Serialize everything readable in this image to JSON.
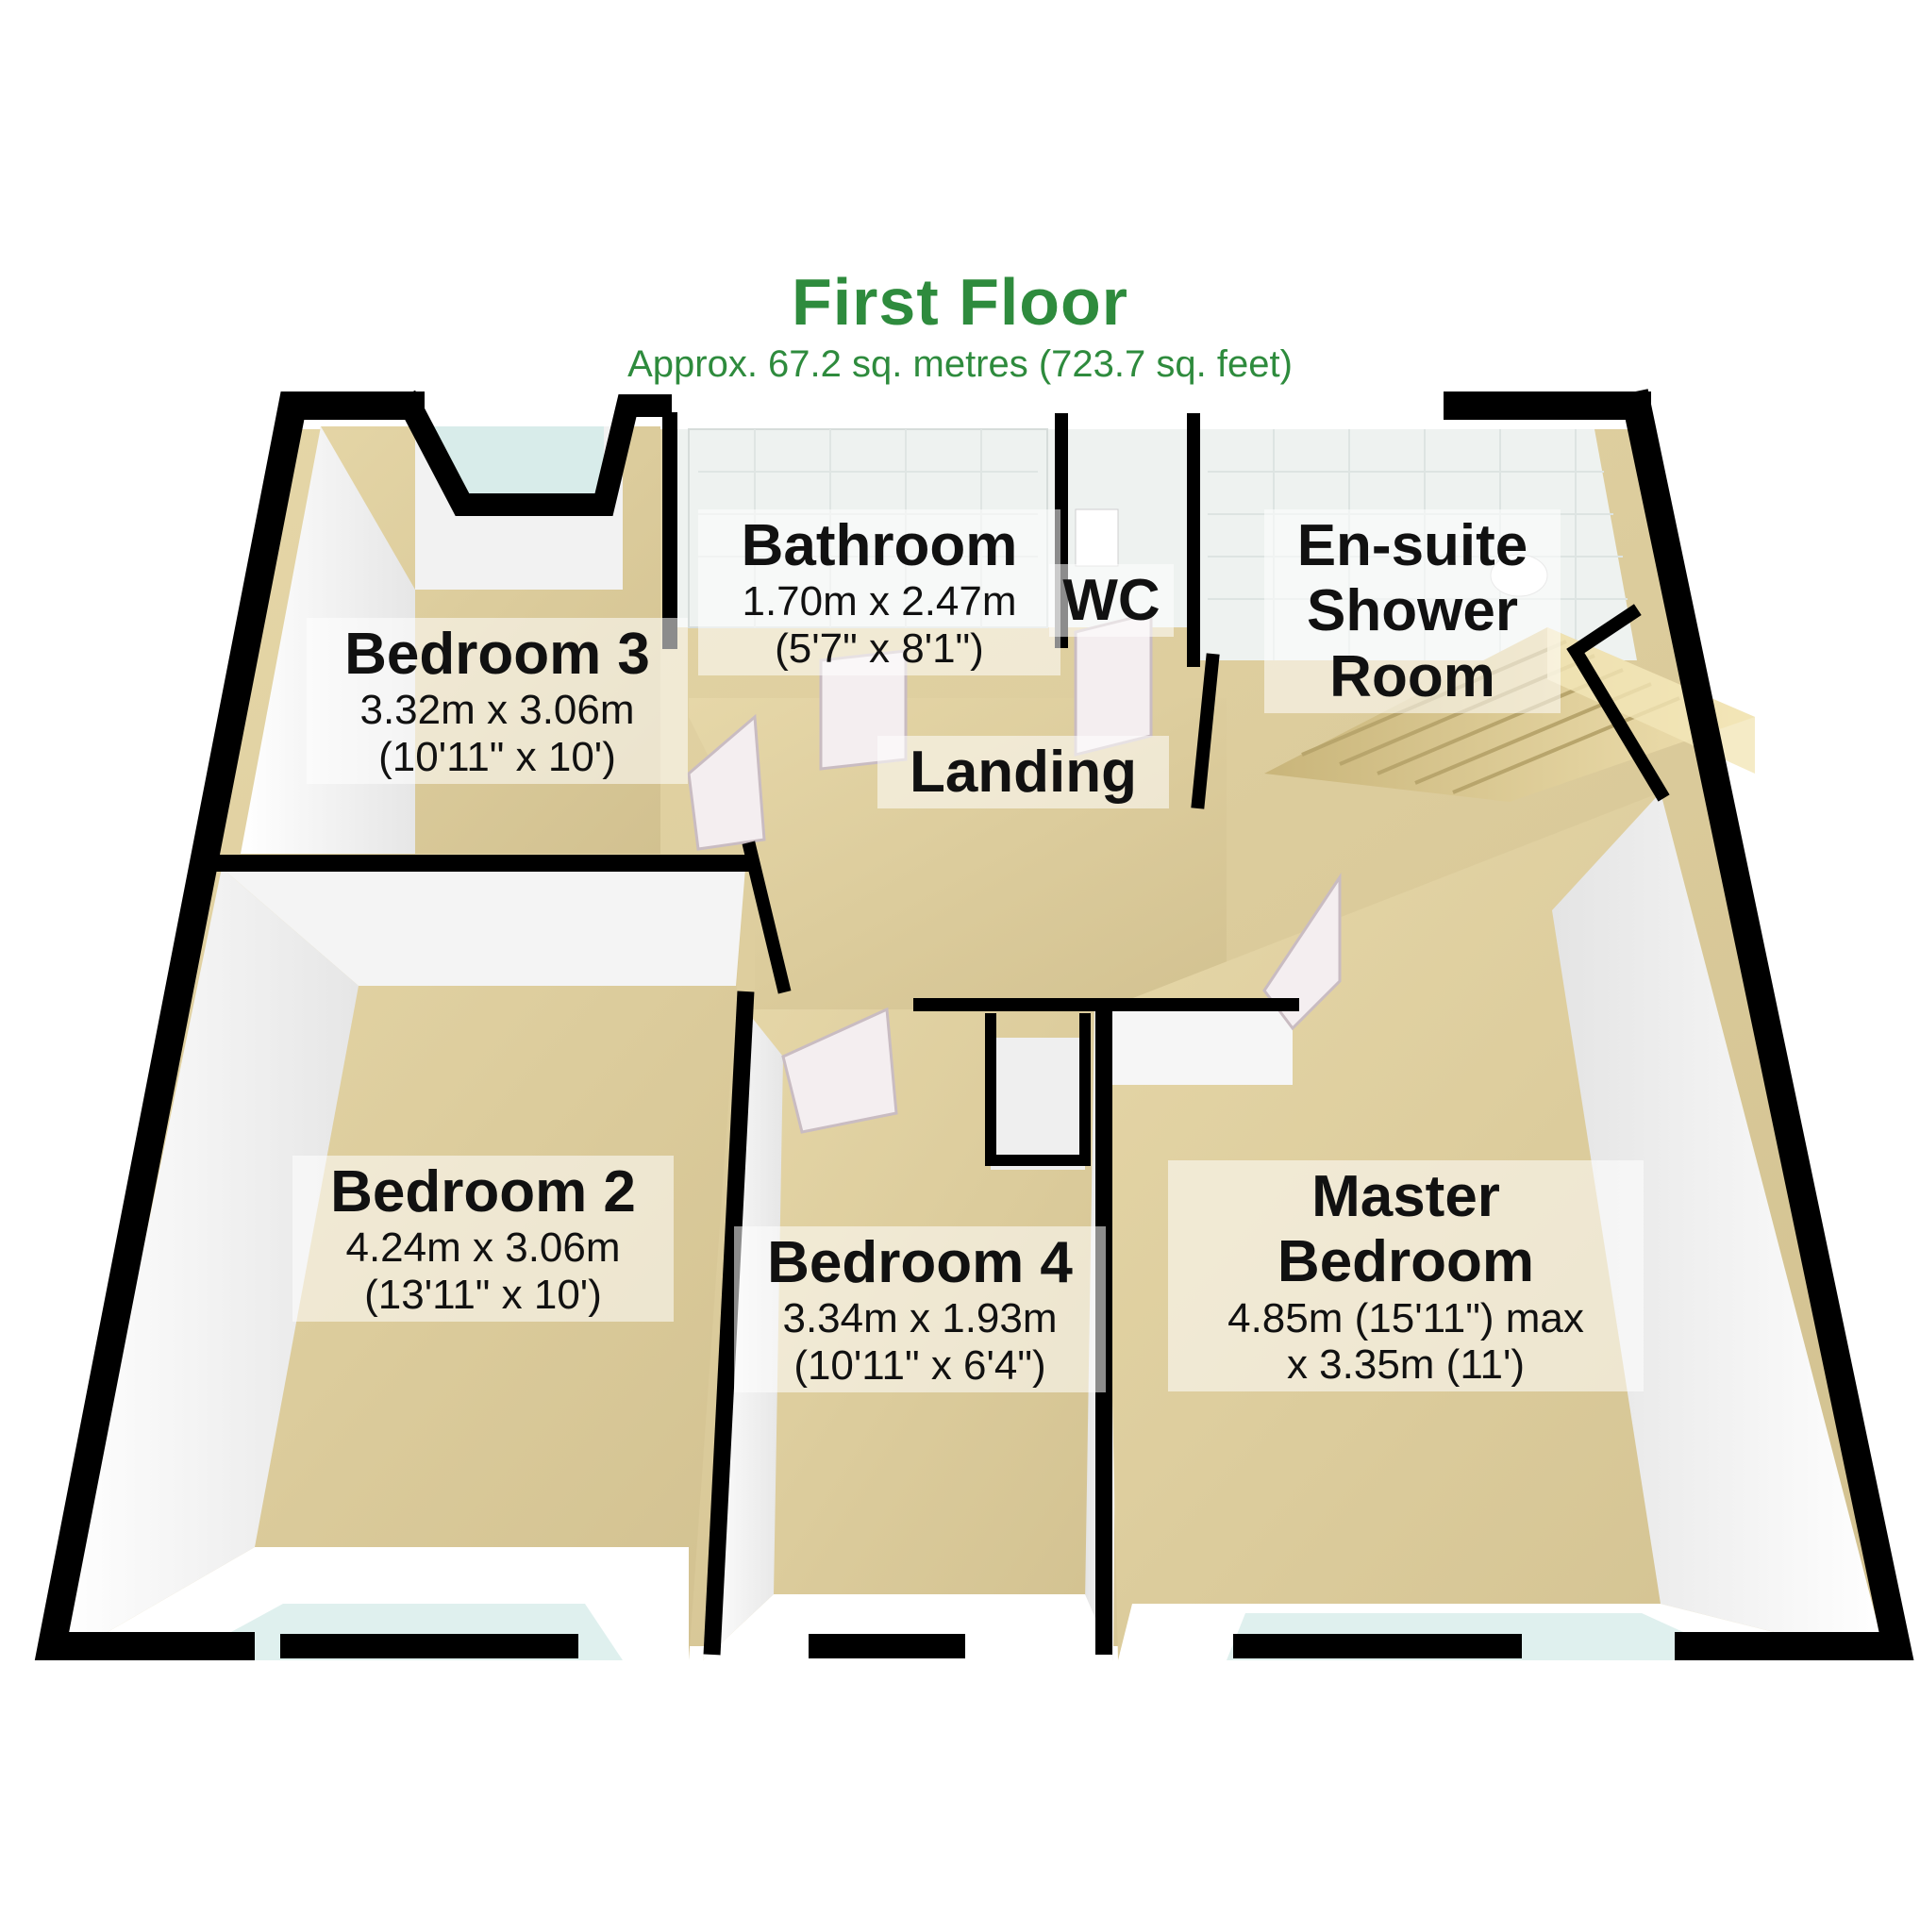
{
  "floor": {
    "title": "First Floor",
    "area": "Approx. 67.2 sq. metres (723.7 sq. feet)"
  },
  "rooms": {
    "bathroom": {
      "name": "Bathroom",
      "metric": "1.70m x 2.47m",
      "imperial": "(5'7\" x 8'1\")"
    },
    "wc": {
      "name": "WC"
    },
    "ensuite": {
      "name_line1": "En-suite",
      "name_line2": "Shower",
      "name_line3": "Room"
    },
    "bedroom3": {
      "name": "Bedroom 3",
      "metric": "3.32m x 3.06m",
      "imperial": "(10'11\" x 10')"
    },
    "landing": {
      "name": "Landing"
    },
    "bedroom2": {
      "name": "Bedroom 2",
      "metric": "4.24m x 3.06m",
      "imperial": "(13'11\" x 10')"
    },
    "bedroom4": {
      "name": "Bedroom 4",
      "metric": "3.34m x 1.93m",
      "imperial": "(10'11\" x 6'4\")"
    },
    "master": {
      "name_line1": "Master",
      "name_line2": "Bedroom",
      "dim_line1": "4.85m (15'11\") max",
      "dim_line2": "x 3.35m (11')"
    }
  },
  "colors": {
    "title": "#2e8b3d",
    "walls": "#000000",
    "carpet": "#d9c99a",
    "interior_walls": "#f4f4f4",
    "tiles": "#e8eeec",
    "glass": "#dff0ee"
  }
}
